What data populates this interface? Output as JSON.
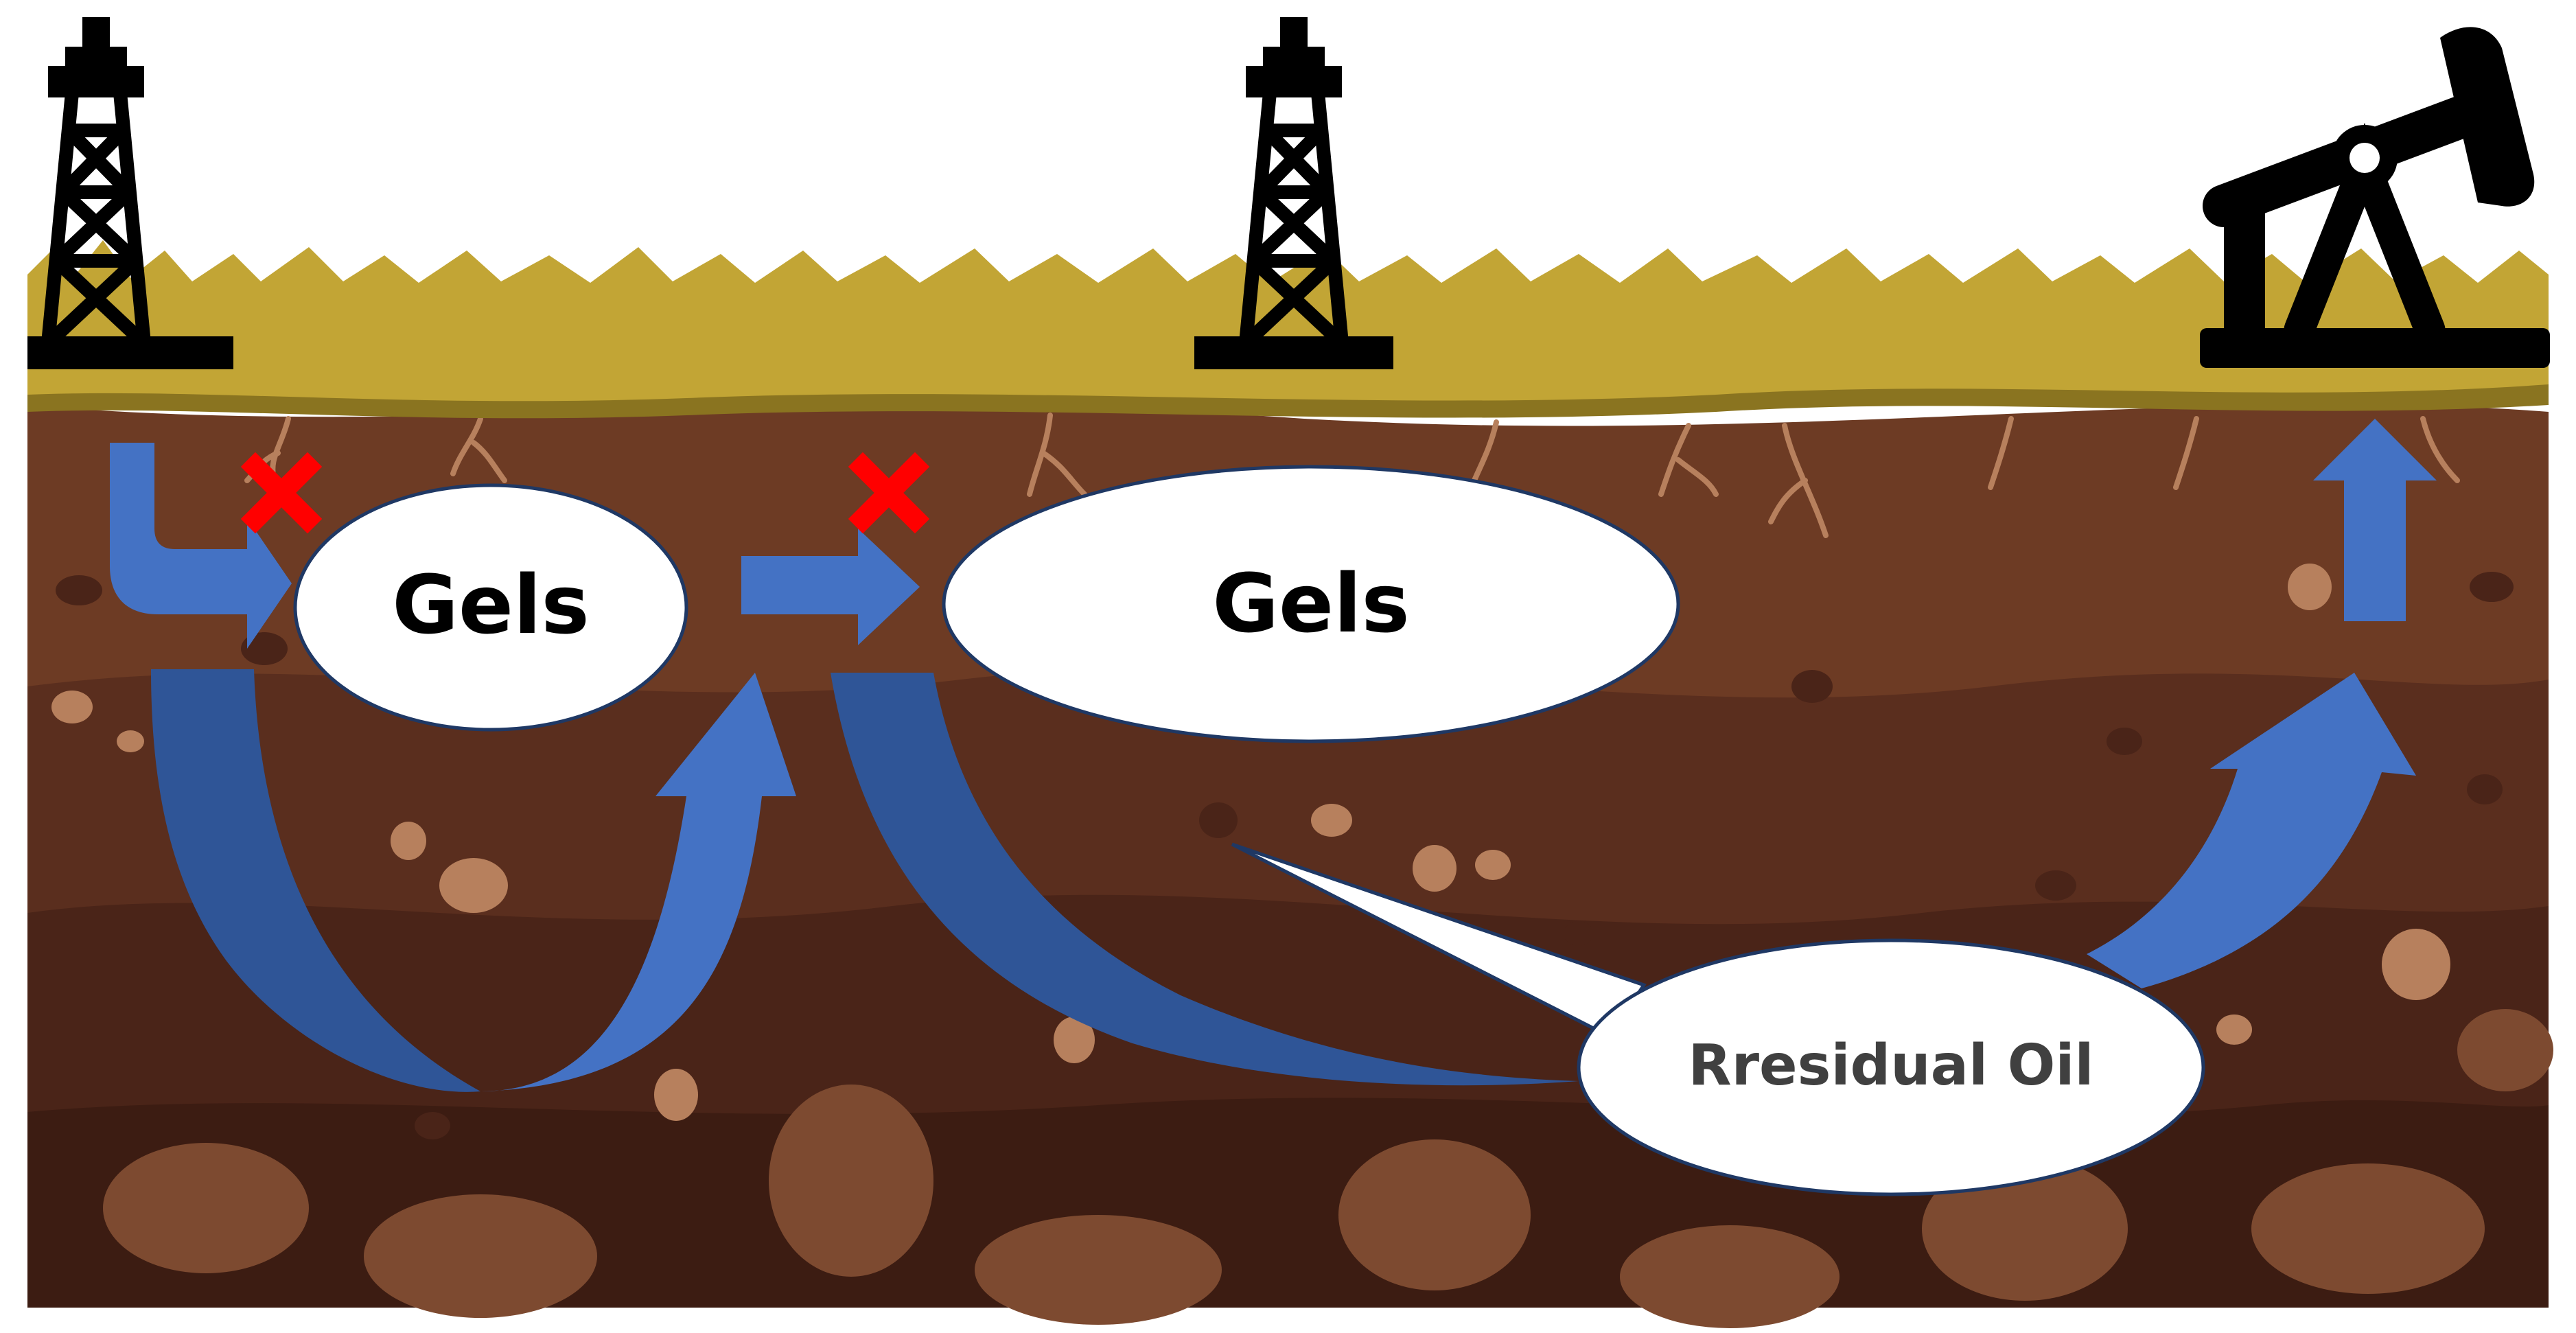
{
  "labels": {
    "gel_1": "Gels",
    "gel_2": "Gels",
    "residual_oil": "Rresidual Oil"
  },
  "icons": {
    "left_rig": "oil-derrick-icon",
    "middle_rig": "oil-derrick-icon",
    "right_pump": "pumpjack-icon",
    "blocked_marks": "red-x-icon"
  },
  "colors": {
    "sky": "#ffffff",
    "grass": "#c2a535",
    "grass_dark": "#8a7420",
    "soil_top": "#6d3b24",
    "soil_mid": "#5a2e1e",
    "soil_deep": "#4a2418",
    "soil_bottom": "#3c1c12",
    "stone": "#7d4a30",
    "pebble": "#b7805d",
    "arrow": "#4472c4",
    "arrow_dark": "#2f5597",
    "block_mark": "#ff0000",
    "ellipse_fill": "#ffffff",
    "ellipse_stroke": "#1f3864",
    "icon": "#000000",
    "text": "#000000",
    "text_residual": "#404040"
  }
}
